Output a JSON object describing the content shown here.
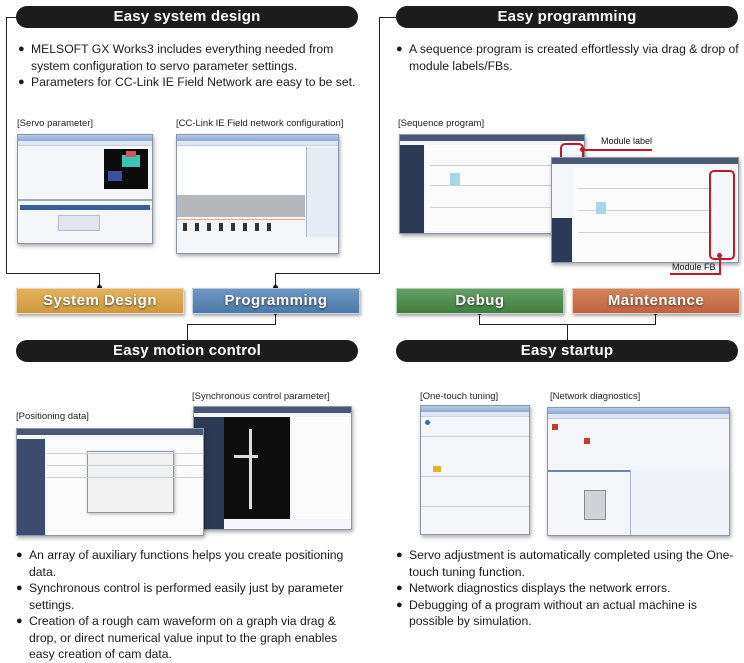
{
  "sections": {
    "system_design": {
      "title": "Easy system design",
      "bullets": [
        "MELSOFT GX Works3 includes everything needed from system configuration to servo parameter settings.",
        "Parameters for CC-Link IE Field Network are easy to be set."
      ],
      "captions": [
        "[Servo parameter]",
        "[CC-Link IE Field network configuration]"
      ]
    },
    "programming": {
      "title": "Easy programming",
      "bullets": [
        "A sequence program is created effortlessly via drag & drop of module labels/FBs."
      ],
      "captions": [
        "[Sequence program]"
      ],
      "annotations": [
        "Module label",
        "Module FB"
      ]
    },
    "motion_control": {
      "title": "Easy motion control",
      "bullets": [
        "An array of auxiliary functions helps you create positioning data.",
        "Synchronous control is  performed easily just by parameter settings.",
        "Creation of a rough cam waveform on a graph via drag & drop, or direct numerical value input to the graph enables easy creation of cam data."
      ],
      "captions": [
        "[Positioning data]",
        "[Synchronous control parameter]"
      ]
    },
    "startup": {
      "title": "Easy startup",
      "bullets": [
        "Servo adjustment is automatically completed using the One-touch tuning function.",
        "Network diagnostics displays the network errors.",
        "Debugging of a program without an actual machine is possible by simulation."
      ],
      "captions": [
        "[One-touch tuning]",
        "[Network diagnostics]"
      ]
    }
  },
  "categories": [
    {
      "label": "System Design",
      "color": "#d9a24a"
    },
    {
      "label": "Programming",
      "color": "#5b86b3"
    },
    {
      "label": "Debug",
      "color": "#4f8a4f"
    },
    {
      "label": "Maintenance",
      "color": "#c86f47"
    }
  ],
  "colors": {
    "pill": "#1c1c1c",
    "highlight": "#c0182b"
  }
}
